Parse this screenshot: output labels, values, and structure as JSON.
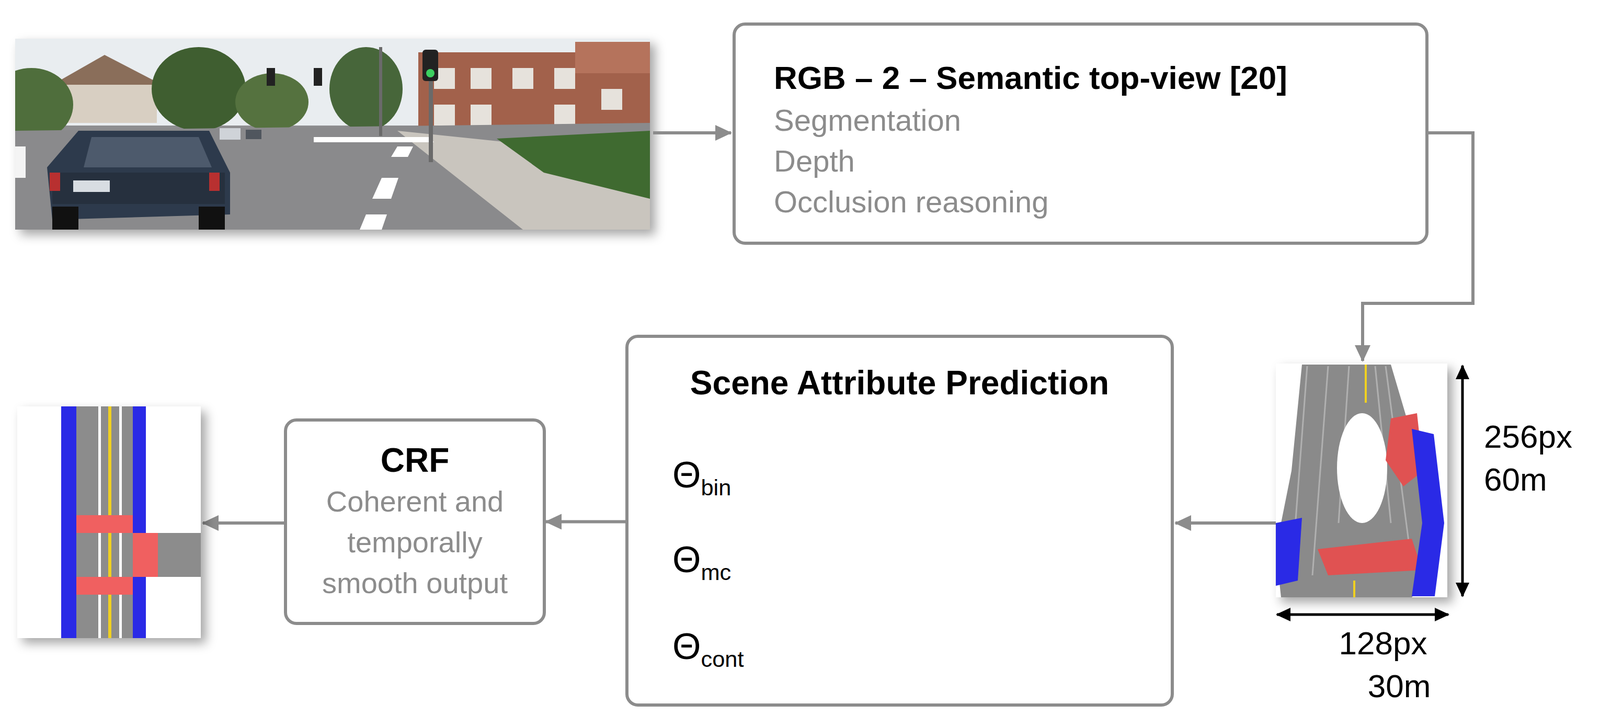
{
  "diagram": {
    "nodes": [
      {
        "text": [
          "RGB – 2 – Semantic top-view [20]",
          "Segmentation",
          "Depth",
          "Occlusion reasoning"
        ]
      },
      {
        "text": [
          "Scene Attribute Prediction"
        ]
      },
      {
        "text": [
          "CRF",
          "Coherent and temporally smooth output"
        ]
      }
    ],
    "edges": [
      {
        "from": 1,
        "to": 2,
        "arrow": "to"
      }
    ],
    "labels": [
      "Θbin",
      "Θmc",
      "Θcont",
      "256px",
      "60m",
      "128px",
      "30m"
    ]
  }
}
